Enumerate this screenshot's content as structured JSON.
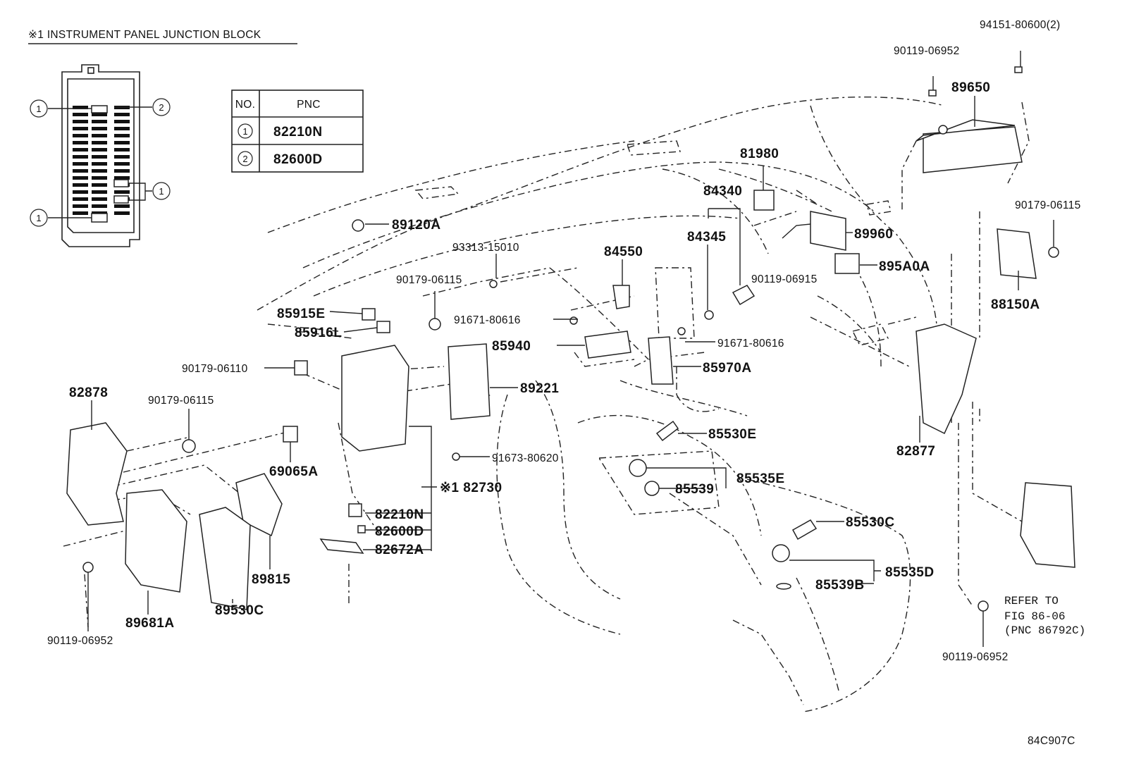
{
  "title": "※1 INSTRUMENT PANEL JUNCTION BLOCK",
  "table": {
    "headers": [
      "NO.",
      "PNC"
    ],
    "rows": [
      {
        "no": "1",
        "pnc": "82210N"
      },
      {
        "no": "2",
        "pnc": "82600D"
      }
    ]
  },
  "junction_callouts": [
    "1",
    "2",
    "1",
    "1"
  ],
  "parts": {
    "p94151": "94151-80600(2)",
    "p90119_top": "90119-06952",
    "p89650": "89650",
    "p81980": "81980",
    "p84340": "84340",
    "p84345": "84345",
    "p89960": "89960",
    "p90119_06915": "90119-06915",
    "p895A0A": "895A0A",
    "p90179_right": "90179-06115",
    "p88150A": "88150A",
    "p89120A": "89120A",
    "p93313": "93313-15010",
    "p84550": "84550",
    "p90179_mid": "90179-06115",
    "p85915E": "85915E",
    "p85916L": "85916L",
    "p91671_a": "91671-80616",
    "p85940": "85940",
    "p91671_b": "91671-80616",
    "p85970A": "85970A",
    "p90179_06110": "90179-06110",
    "p89221": "89221",
    "p82878": "82878",
    "p90179_left": "90179-06115",
    "p85530E": "85530E",
    "p69065A": "69065A",
    "p91673": "91673-80620",
    "p85535E": "85535E",
    "p85539": "85539",
    "p82730": "※1 82730",
    "p82210N": "82210N",
    "p82600D": "82600D",
    "p82672A": "82672A",
    "p85530C": "85530C",
    "p85535D": "85535D",
    "p85539B": "85539B",
    "p89815": "89815",
    "p89530C": "89530C",
    "p89681A": "89681A",
    "p90119_left": "90119-06952",
    "p82877": "82877",
    "p90119_right": "90119-06952",
    "refer_1": "REFER TO",
    "refer_2": "FIG 86-06",
    "refer_3": "(PNC 86792C)"
  },
  "figure_code": "84C907C"
}
